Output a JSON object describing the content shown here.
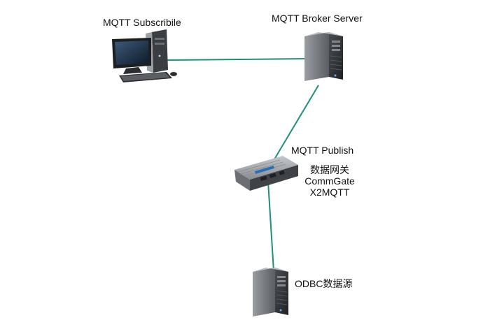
{
  "nodes": {
    "subscriber": {
      "label": "MQTT Subscribile",
      "icon": "desktop-computer-icon"
    },
    "broker": {
      "label": "MQTT Broker Server",
      "icon": "tower-server-icon"
    },
    "gateway": {
      "role_label": "MQTT Publish",
      "name_lines": [
        "数据网关",
        "CommGate",
        "X2MQTT"
      ],
      "icon": "gateway-device-icon"
    },
    "odbc": {
      "label": "ODBC数据源",
      "icon": "tower-server-icon"
    }
  },
  "colors": {
    "link": "#1f8f7a",
    "server_body": "#6f7378",
    "server_dark": "#2a2c2f"
  }
}
